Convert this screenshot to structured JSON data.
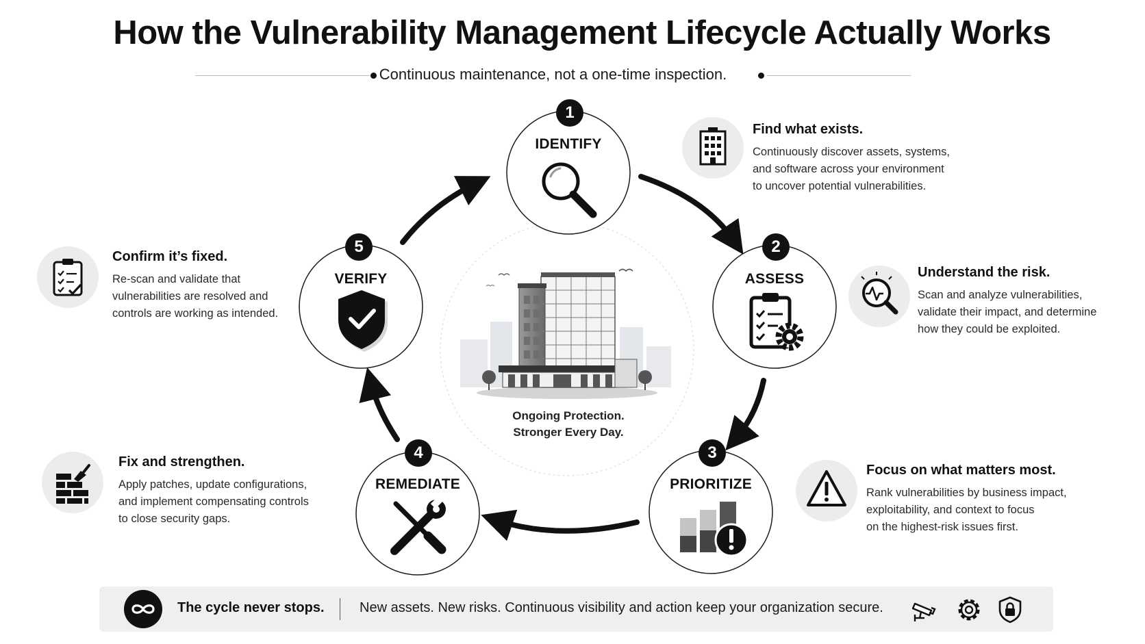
{
  "header": {
    "title": "How the Vulnerability Management Lifecycle Actually Works",
    "subtitle": "Continuous maintenance, not a one-time inspection."
  },
  "stages": [
    {
      "number": "1",
      "label": "IDENTIFY",
      "icon": "magnifier-icon",
      "desc_title": "Find what exists.",
      "desc_lines": [
        "Continuously discover assets, systems,",
        "and software across your environment",
        "to uncover potential vulnerabilities."
      ],
      "side_icon": "building-icon"
    },
    {
      "number": "2",
      "label": "ASSESS",
      "icon": "clipboard-gear-icon",
      "desc_title": "Understand the risk.",
      "desc_lines": [
        "Scan and analyze vulnerabilities,",
        "validate their impact, and determine",
        "how they could be exploited."
      ],
      "side_icon": "pulse-magnifier-icon"
    },
    {
      "number": "3",
      "label": "PRIORITIZE",
      "icon": "bar-chart-alert-icon",
      "desc_title": "Focus on what matters most.",
      "desc_lines": [
        "Rank vulnerabilities by business impact,",
        "exploitability, and context to focus",
        "on the highest-risk issues first."
      ],
      "side_icon": "warning-triangle-icon"
    },
    {
      "number": "4",
      "label": "REMEDIATE",
      "icon": "wrench-screwdriver-icon",
      "desc_title": "Fix and strengthen.",
      "desc_lines": [
        "Apply patches, update configurations,",
        "and implement compensating controls",
        "to close security gaps."
      ],
      "side_icon": "brick-wall-trowel-icon"
    },
    {
      "number": "5",
      "label": "VERIFY",
      "icon": "shield-check-icon",
      "desc_title": "Confirm it’s fixed.",
      "desc_lines": [
        "Re-scan and validate that",
        "vulnerabilities are resolved and",
        "controls are working as intended."
      ],
      "side_icon": "checklist-icon"
    }
  ],
  "center": {
    "icon": "office-building-illustration",
    "line1": "Ongoing Protection.",
    "line2": "Stronger Every Day."
  },
  "footer": {
    "loop_icon": "infinity-icon",
    "title": "The cycle never stops.",
    "text": "New assets. New risks. Continuous visibility and action keep your organization secure.",
    "icons": [
      "security-camera-icon",
      "gear-icon",
      "shield-lock-icon"
    ]
  },
  "colors": {
    "ink": "#111111",
    "disc": "#ececec",
    "footer_bg": "#efefef"
  }
}
